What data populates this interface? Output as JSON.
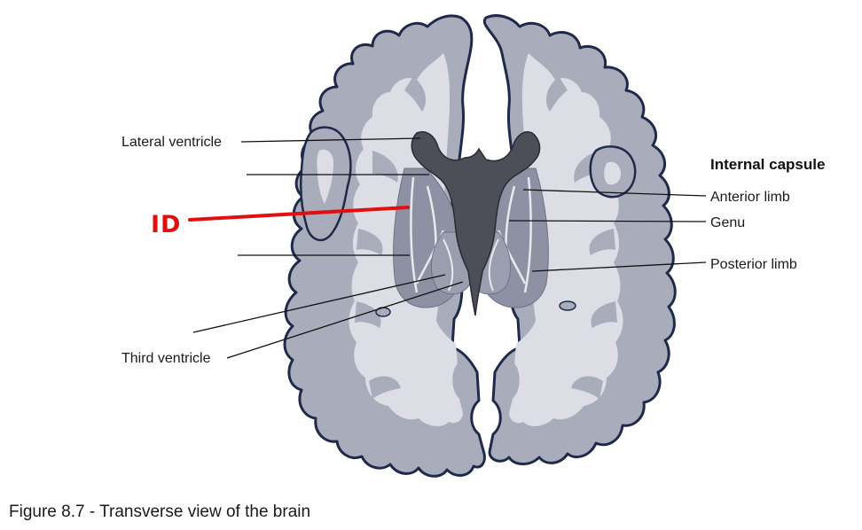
{
  "labels": {
    "lateral_ventricle": "Lateral ventricle",
    "id_marker": "ID",
    "third_ventricle": "Third ventricle",
    "internal_capsule": "Internal capsule",
    "anterior_limb": "Anterior limb",
    "genu": "Genu",
    "posterior_limb": "Posterior limb"
  },
  "caption": "Figure 8.7 - Transverse view of the brain",
  "colors": {
    "cortex": "#a9acbb",
    "white_matter": "#dcdde5",
    "deep_nuclei": "#8e91a3",
    "ventricle": "#4c4e58",
    "outline": "#1f2a4a",
    "id_line": "#e01010"
  }
}
